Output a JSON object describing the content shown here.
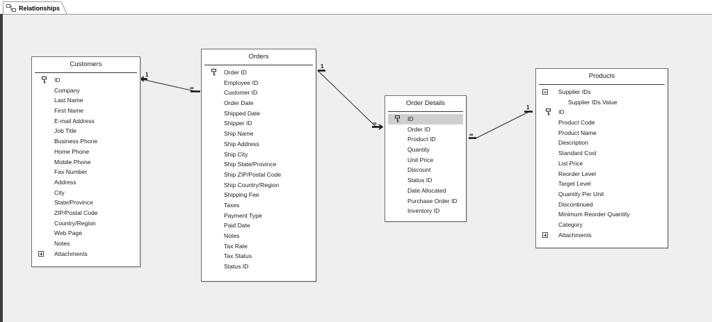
{
  "tab": {
    "label": "Relationships",
    "icon": "relationships-icon"
  },
  "tables": [
    {
      "id": "customers",
      "title": "Customers",
      "fields": [
        {
          "name": "ID",
          "key": true
        },
        {
          "name": "Company"
        },
        {
          "name": "Last Name"
        },
        {
          "name": "First Name"
        },
        {
          "name": "E-mail Address"
        },
        {
          "name": "Job Title"
        },
        {
          "name": "Business Phone"
        },
        {
          "name": "Home Phone"
        },
        {
          "name": "Mobile Phone"
        },
        {
          "name": "Fax Number"
        },
        {
          "name": "Address"
        },
        {
          "name": "City"
        },
        {
          "name": "State/Province"
        },
        {
          "name": "ZIP/Postal Code"
        },
        {
          "name": "Country/Region"
        },
        {
          "name": "Web Page"
        },
        {
          "name": "Notes"
        },
        {
          "name": "Attachments",
          "expander": "plus"
        }
      ]
    },
    {
      "id": "orders",
      "title": "Orders",
      "fields": [
        {
          "name": "Order ID",
          "key": true
        },
        {
          "name": "Employee ID"
        },
        {
          "name": "Customer ID"
        },
        {
          "name": "Order Date"
        },
        {
          "name": "Shipped Date"
        },
        {
          "name": "Shipper ID"
        },
        {
          "name": "Ship Name"
        },
        {
          "name": "Ship Address"
        },
        {
          "name": "Ship City"
        },
        {
          "name": "Ship State/Province"
        },
        {
          "name": "Ship ZIP/Postal Code"
        },
        {
          "name": "Ship Country/Region"
        },
        {
          "name": "Shipping Fee"
        },
        {
          "name": "Taxes"
        },
        {
          "name": "Payment Type"
        },
        {
          "name": "Paid Date"
        },
        {
          "name": "Notes"
        },
        {
          "name": "Tax Rate"
        },
        {
          "name": "Tax Status"
        },
        {
          "name": "Status ID"
        }
      ]
    },
    {
      "id": "order_details",
      "title": "Order Details",
      "fields": [
        {
          "name": "ID",
          "key": true,
          "selected": true
        },
        {
          "name": "Order ID"
        },
        {
          "name": "Product ID"
        },
        {
          "name": "Quantity"
        },
        {
          "name": "Unit Price"
        },
        {
          "name": "Discount"
        },
        {
          "name": "Status ID"
        },
        {
          "name": "Date Allocated"
        },
        {
          "name": "Purchase Order ID"
        },
        {
          "name": "Inventory ID"
        }
      ]
    },
    {
      "id": "products",
      "title": "Products",
      "fields": [
        {
          "name": "Supplier IDs",
          "expander": "minus"
        },
        {
          "name": "Supplier IDs.Value",
          "sub": true
        },
        {
          "name": "ID",
          "key": true
        },
        {
          "name": "Product Code"
        },
        {
          "name": "Product Name"
        },
        {
          "name": "Description"
        },
        {
          "name": "Standard Cost"
        },
        {
          "name": "List Price"
        },
        {
          "name": "Reorder Level"
        },
        {
          "name": "Target Level"
        },
        {
          "name": "Quantity Per Unit"
        },
        {
          "name": "Discontinued"
        },
        {
          "name": "Minimum Reorder Quantity"
        },
        {
          "name": "Category"
        },
        {
          "name": "Attachments",
          "expander": "plus"
        }
      ]
    }
  ],
  "relationships": [
    {
      "from": "customers",
      "to": "orders",
      "one": "1",
      "many": "∞"
    },
    {
      "from": "orders",
      "to": "order_details",
      "one": "1",
      "many": "∞"
    },
    {
      "from": "products",
      "to": "order_details",
      "one": "1",
      "many": "∞"
    }
  ]
}
